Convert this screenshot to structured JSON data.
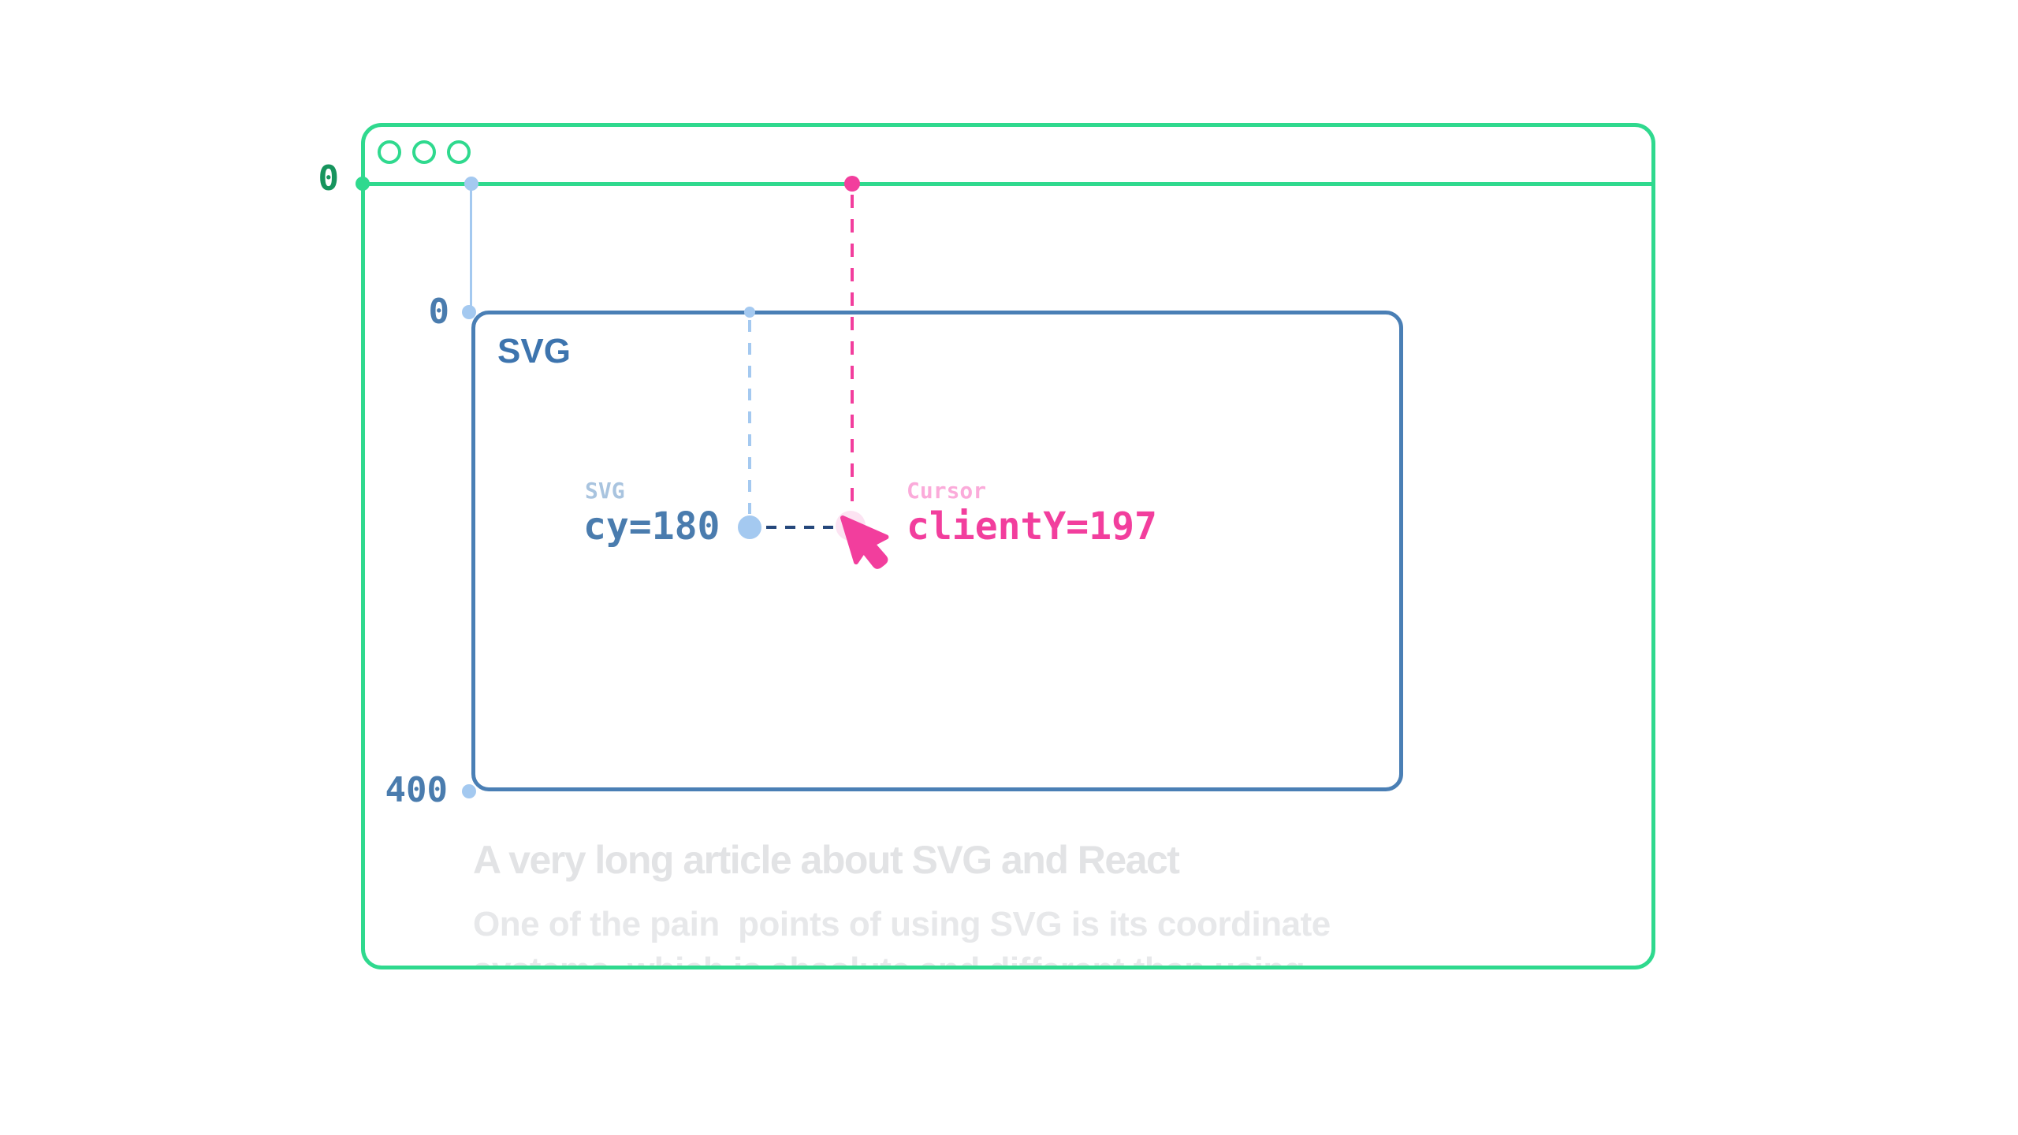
{
  "browser": {
    "origin_label": "0",
    "window_controls": [
      "circle",
      "circle",
      "circle"
    ]
  },
  "svg_box": {
    "title": "SVG",
    "origin_label": "0",
    "height_label": "400"
  },
  "measurements": {
    "svg": {
      "caption": "SVG",
      "value": "cy=180"
    },
    "cursor": {
      "caption": "Cursor",
      "value": "clientY=197"
    }
  },
  "article": {
    "heading": "A very long article about SVG and React",
    "line1": "One of the pain  points of using SVG is its coordinate",
    "line2": "systems, which is absolute and different than using"
  },
  "icons": {
    "cursor": "cursor-arrow-icon",
    "window_control": "window-control-circle-icon"
  },
  "colors": {
    "green": "#2FD98E",
    "green_dark_text": "#16945D",
    "blue_border": "#4A7FB5",
    "blue_text": "#4A7CAE",
    "blue_title": "#3D74AE",
    "blue_light": "#A4C9F0",
    "blue_muted_caption": "#A9C4DF",
    "navy_dash": "#25477B",
    "pink": "#F23E9D",
    "pink_light_caption": "#FBABDA",
    "pink_halo": "#FCE3F2",
    "faded_heading": "#E2E3E5",
    "faded_body": "#E7E8EA"
  }
}
